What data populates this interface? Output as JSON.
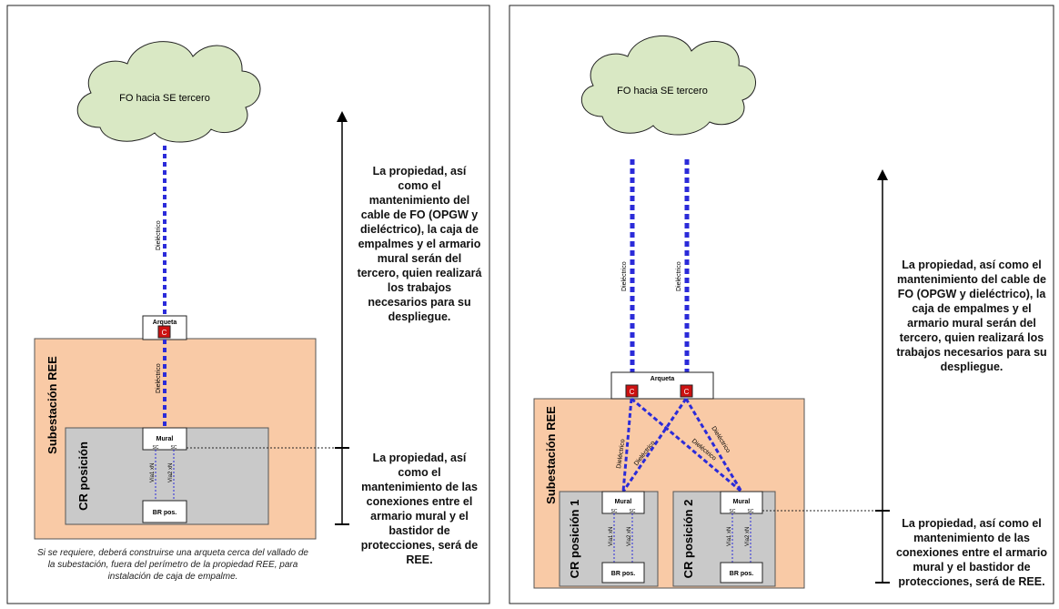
{
  "left": {
    "cloud_label": "FO hacia SE tercero",
    "dielectric_label": "Dieléctrico",
    "arqueta_label": "Arqueta",
    "splice_symbol": "C",
    "substation_label": "Subestación REE",
    "cr_label": "CR posición",
    "mural_label": "Mural",
    "sc_label": "SC",
    "via1_label": "Vía1 xN",
    "via2_label": "Vía2 xN",
    "br_label": "BR pos.",
    "note_top": "La propiedad, así como el mantenimiento del cable de FO (OPGW y dieléctrico), la caja de empalmes y el armario mural serán del tercero, quien realizará los trabajos necesarios para su despliegue.",
    "note_bottom": "La propiedad, así como el mantenimiento de las conexiones entre el armario mural y el bastidor de protecciones, será de REE.",
    "footnote": "Si se requiere, deberá construirse una arqueta cerca del vallado de la subestación, fuera del perímetro de la propiedad REE, para instalación de caja de empalme."
  },
  "right": {
    "cloud_label": "FO hacia SE tercero",
    "dielectric_label": "Dieléctrico",
    "arqueta_label": "Arqueta",
    "splice_symbol": "C",
    "substation_label": "Subestación REE",
    "cr1_label": "CR posición 1",
    "cr2_label": "CR posición 2",
    "mural_label": "Mural",
    "sc_label": "SC",
    "via1_label": "Vía1 xN",
    "via2_label": "Vía2 xN",
    "br_label": "BR pos.",
    "note_top": "La propiedad, así como el mantenimiento del cable de FO (OPGW y dieléctrico), la caja de empalmes y el armario mural serán del tercero, quien realizará los trabajos necesarios para su despliegue.",
    "note_bottom": "La propiedad, así como el mantenimiento de las conexiones entre el armario mural y el bastidor de protecciones, será de REE."
  },
  "colors": {
    "cloud_fill": "#d9e8c4",
    "substation_fill": "#f9caa6",
    "cr_fill": "#c9c9c9",
    "fiber_blue": "#2b2bd9",
    "splice_red": "#cc1111"
  }
}
